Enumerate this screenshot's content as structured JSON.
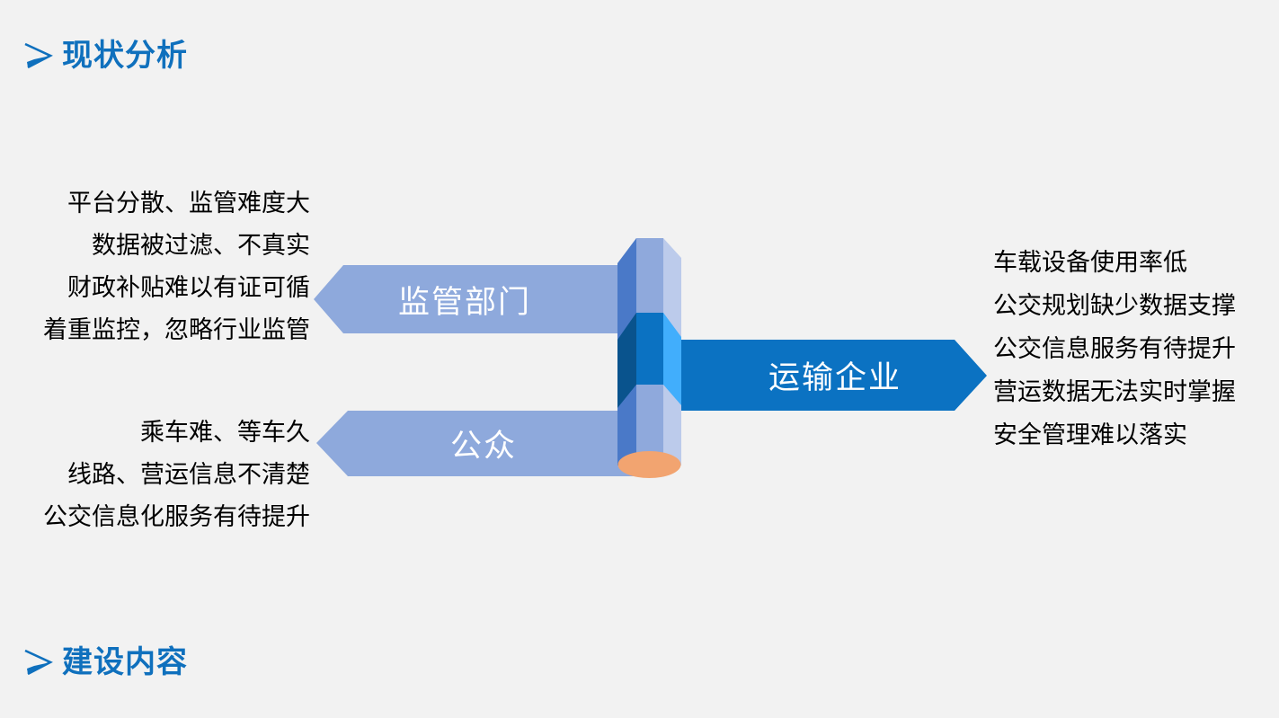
{
  "slide": {
    "background": "#f2f2f2",
    "titles": {
      "top": "现状分析",
      "bottom": "建设内容",
      "color": "#0f70bd"
    }
  },
  "diagram": {
    "pillar": {
      "light_segment_colors": {
        "left": "#4a79c8",
        "front": "#8fa9dc",
        "right": "#bccbeb"
      },
      "middle_segment_colors": {
        "left": "#09538d",
        "front": "#0b72c2",
        "right": "#41aefc"
      },
      "base_color": "#f2a470"
    },
    "arrows": {
      "regulator": {
        "label": "监管部门",
        "direction": "left",
        "color": "#8ea9dc",
        "text_color": "#ffffff"
      },
      "public": {
        "label": "公众",
        "direction": "left",
        "color": "#8ea9dc",
        "text_color": "#ffffff"
      },
      "enterprise": {
        "label": "运输企业",
        "direction": "right",
        "color": "#0b72c2",
        "text_color": "#ffffff"
      }
    }
  },
  "text_blocks": {
    "regulator_issues": {
      "lines": [
        "平台分散、监管难度大",
        "数据被过滤、不真实",
        "财政补贴难以有证可循",
        "着重监控，忽略行业监管"
      ]
    },
    "public_issues": {
      "lines": [
        "乘车难、等车久",
        "线路、营运信息不清楚",
        "公交信息化服务有待提升"
      ]
    },
    "enterprise_issues": {
      "lines": [
        "车载设备使用率低",
        "公交规划缺少数据支撑",
        "公交信息服务有待提升",
        "营运数据无法实时掌握",
        "安全管理难以落实"
      ]
    }
  }
}
